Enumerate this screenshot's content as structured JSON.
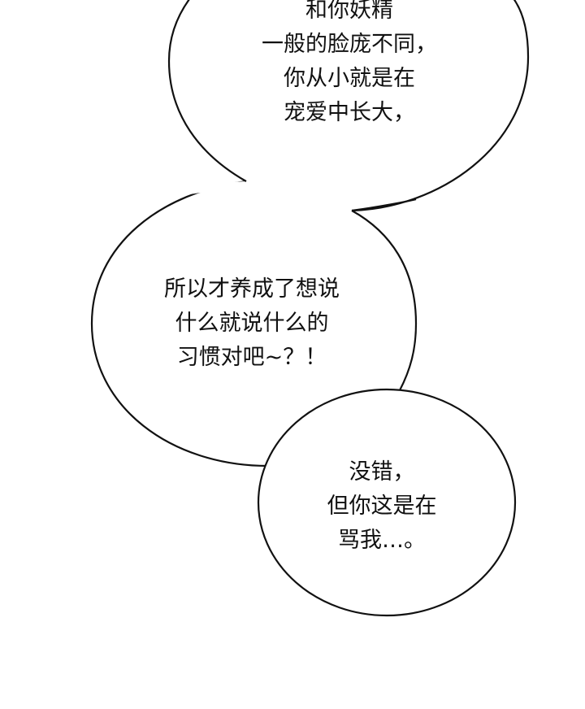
{
  "panel": {
    "background_color": "#ffffff",
    "outline_color": "#111111",
    "text_color": "#111111"
  },
  "bubbles": [
    {
      "id": "top",
      "lines": [
        "和你妖精",
        "一般的脸庞不同，",
        "你从小就是在",
        "宠爱中长大，"
      ]
    },
    {
      "id": "middle",
      "lines": [
        "所以才养成了想说",
        "什么就说什么的",
        "习惯对吧~？！"
      ]
    },
    {
      "id": "bottom",
      "lines": [
        "没错，",
        "但你这是在",
        "骂我…。"
      ]
    }
  ]
}
